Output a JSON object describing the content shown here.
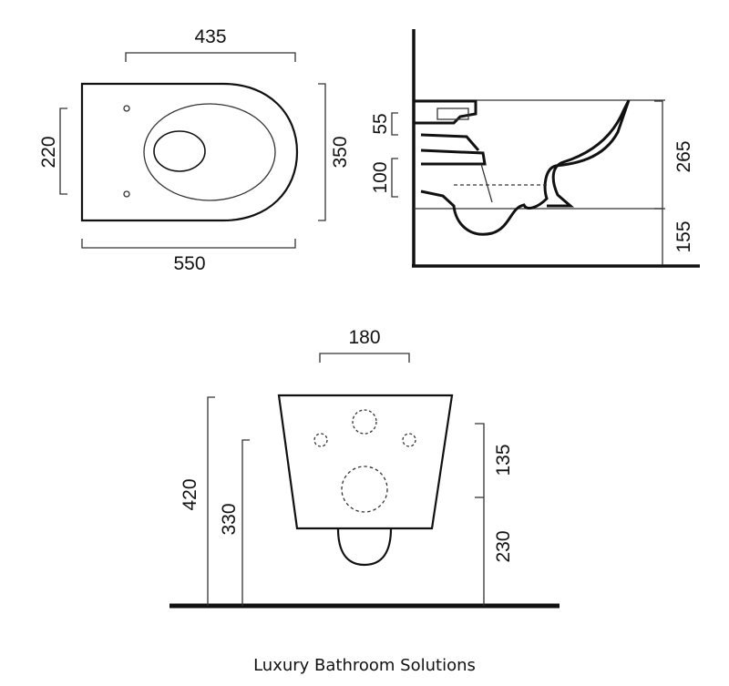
{
  "top_view": {
    "width_label": "435",
    "length_label": "550",
    "depth_label": "350",
    "hole_spacing_label": "220"
  },
  "side_view": {
    "upper_inlet_label": "55",
    "lower_inlet_label": "100",
    "rim_height_label": "265",
    "mount_height_label": "155"
  },
  "rear_view": {
    "width_label": "180",
    "total_height_label": "420",
    "outlet_height_label": "330",
    "upper_label": "135",
    "lower_label": "230"
  },
  "caption": "Luxury Bathroom Solutions"
}
